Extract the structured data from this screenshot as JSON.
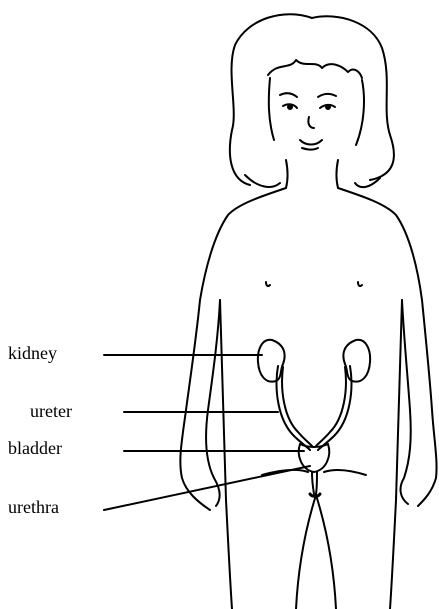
{
  "labels": {
    "kidney": "kidney",
    "ureter": "ureter",
    "bladder": "bladder",
    "urethra": "urethra"
  },
  "colors": {
    "line": "#000000",
    "background": "#ffffff"
  }
}
